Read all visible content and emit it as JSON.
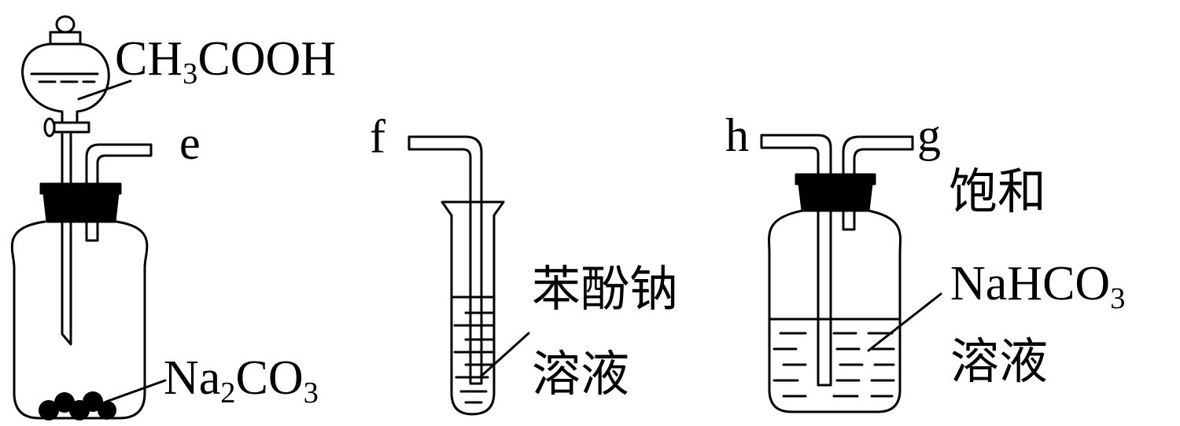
{
  "apparatus_a": {
    "reagent_top": {
      "formula_pre": "CH",
      "formula_sub": "3",
      "formula_post": "COOH"
    },
    "reagent_bottom": {
      "formula_pre": "Na",
      "formula_sub1": "2",
      "formula_mid": "CO",
      "formula_sub2": "3"
    },
    "port": "e"
  },
  "apparatus_b": {
    "port": "f",
    "solution_line1": "苯酚钠",
    "solution_line2": "溶液"
  },
  "apparatus_c": {
    "port_left": "h",
    "port_right": "g",
    "solution_line1": "饱和",
    "solution_formula_pre": "NaHCO",
    "solution_formula_sub": "3",
    "solution_line3": "溶液"
  }
}
